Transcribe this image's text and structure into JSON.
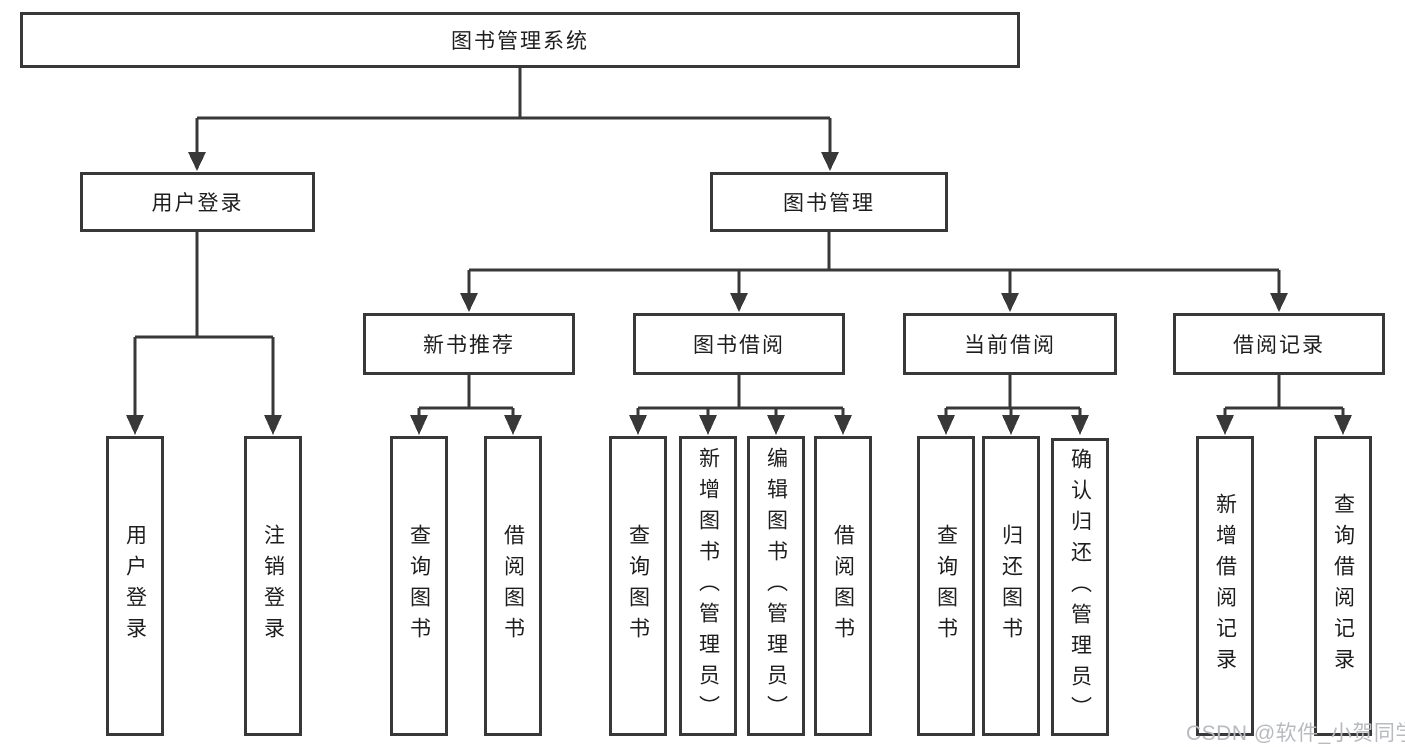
{
  "diagram": {
    "root": {
      "label": "图书管理系统"
    },
    "branches": [
      {
        "label": "用户登录",
        "children": [
          {
            "label": "用户登录"
          },
          {
            "label": "注销登录"
          }
        ]
      },
      {
        "label": "图书管理",
        "children": [
          {
            "label": "新书推荐",
            "children": [
              {
                "label": "查询图书"
              },
              {
                "label": "借阅图书"
              }
            ]
          },
          {
            "label": "图书借阅",
            "children": [
              {
                "label": "查询图书"
              },
              {
                "label": "新增图书（管理员）"
              },
              {
                "label": "编辑图书（管理员）"
              },
              {
                "label": "借阅图书"
              }
            ]
          },
          {
            "label": "当前借阅",
            "children": [
              {
                "label": "查询图书"
              },
              {
                "label": "归还图书"
              },
              {
                "label": "确认归还（管理员）"
              }
            ]
          },
          {
            "label": "借阅记录",
            "children": [
              {
                "label": "新增借阅记录"
              },
              {
                "label": "查询借阅记录"
              }
            ]
          }
        ]
      }
    ]
  },
  "watermark": {
    "text": "CSDN @软件_小贺同学",
    "color": "#b7bbc0"
  },
  "colors": {
    "line": "#383838",
    "text": "#1e1e1e",
    "background": "#ffffff"
  }
}
